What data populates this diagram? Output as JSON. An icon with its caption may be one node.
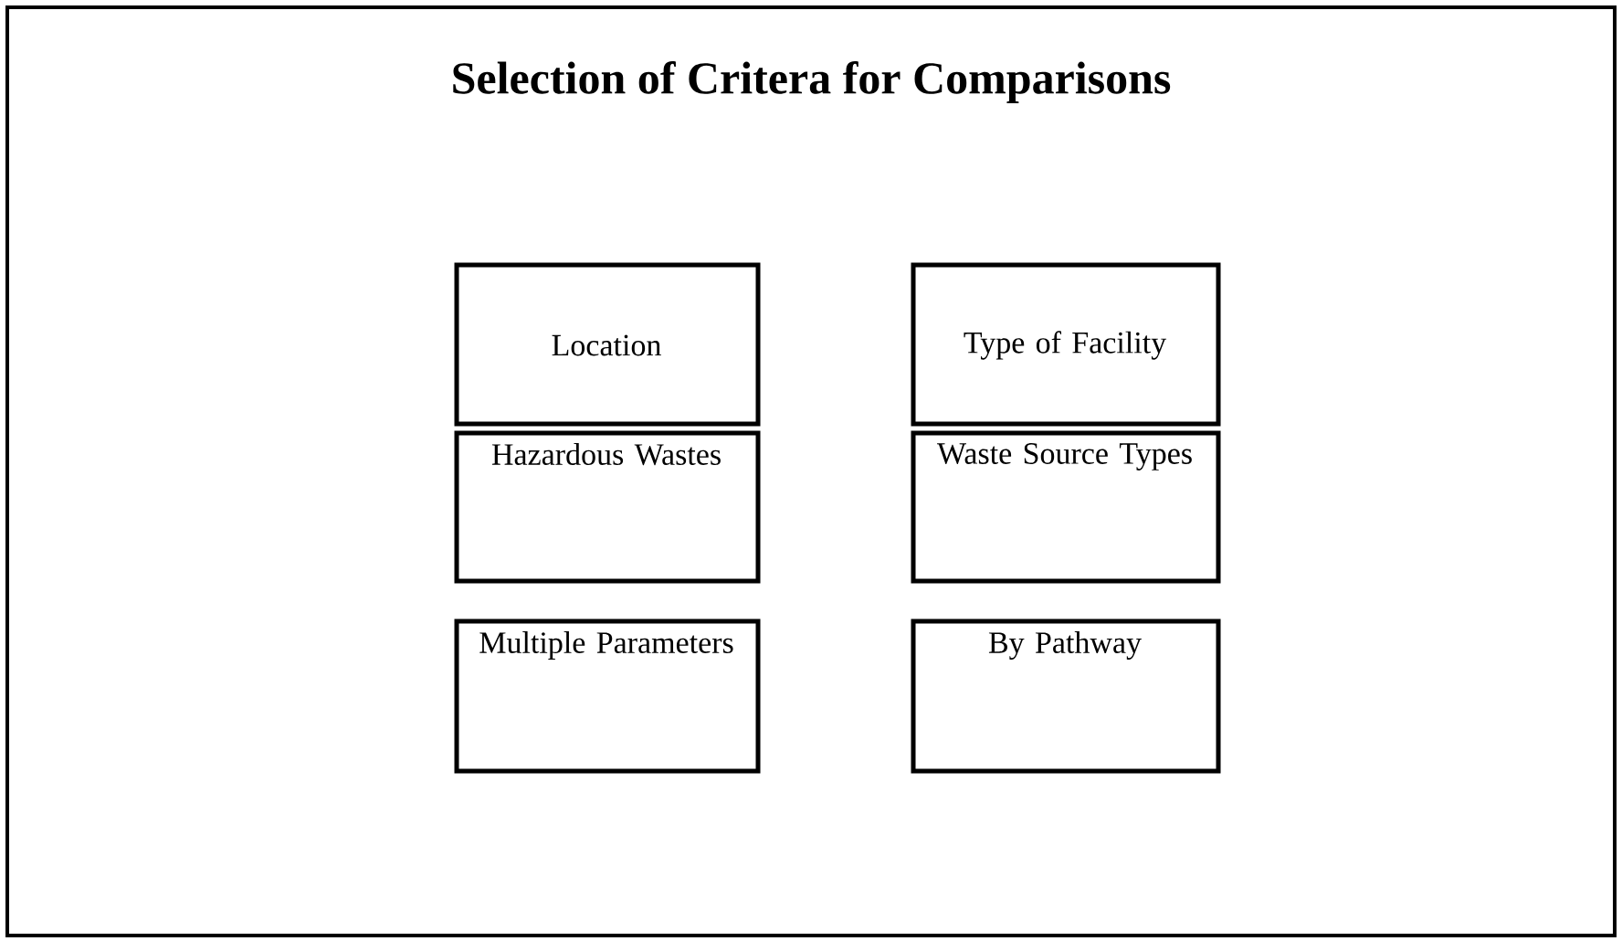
{
  "diagram": {
    "title": "Selection of Critera for Comparisons",
    "nodes": [
      {
        "text": [
          "Location"
        ]
      },
      {
        "text": [
          "Type of Facility"
        ]
      },
      {
        "text": [
          "Hazardous Wastes"
        ]
      },
      {
        "text": [
          "Waste Source Types"
        ]
      },
      {
        "text": [
          "Multiple Parameters"
        ]
      },
      {
        "text": [
          "By Pathway"
        ]
      }
    ]
  }
}
